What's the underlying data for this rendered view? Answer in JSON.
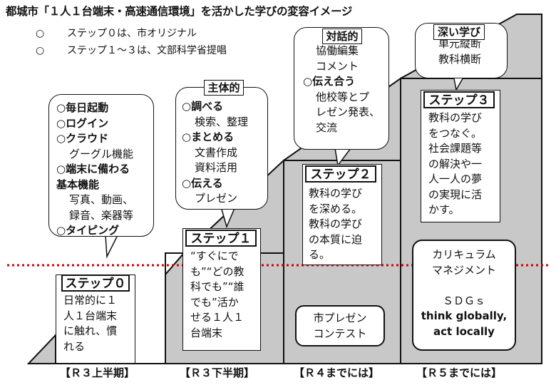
{
  "title": "都城市「１人１台端末・高速通信環境」を活かした学びの変容イメージ",
  "notes": [
    {
      "mark": "○",
      "text": "ステップ０は、市オリジナル"
    },
    {
      "mark": "○",
      "text": "ステップ１～３は、文部科学省提唱"
    }
  ],
  "steps": [
    {
      "label": "ステップ０",
      "lines": [
        "日常的に１",
        "人１台端末",
        "に触れ、慣",
        "れる"
      ],
      "bubble_items": [
        {
          "text": "○毎日起動",
          "style": "bold"
        },
        {
          "text": "○ログイン",
          "style": "bold"
        },
        {
          "text": "○クラウド",
          "style": "bold"
        },
        {
          "text": "グーグル機能",
          "style": "indent"
        },
        {
          "text": "○端末に備わる",
          "style": "bold"
        },
        {
          "text": "基本機能",
          "style": "bold"
        },
        {
          "text": "写真、動画、",
          "style": "indent"
        },
        {
          "text": "録音、楽器等",
          "style": "indent"
        },
        {
          "text": "○タイピング",
          "style": "bold"
        }
      ],
      "period": "【Ｒ３上半期】"
    },
    {
      "label": "ステップ１",
      "lines": [
        "“すぐにで",
        "も”“どの教",
        "科でも”“誰",
        "でも”活か",
        "せる１人１",
        "台端末"
      ],
      "bubble_tag": "主体的",
      "bubble_items": [
        {
          "text": "○調べる",
          "style": "bold"
        },
        {
          "text": "検索、整理",
          "style": "indent"
        },
        {
          "text": "○まとめる",
          "style": "bold"
        },
        {
          "text": "文書作成",
          "style": "indent"
        },
        {
          "text": "資料活用",
          "style": "indent"
        },
        {
          "text": "○伝える",
          "style": "bold"
        },
        {
          "text": "プレゼン",
          "style": "indent"
        }
      ],
      "period": "【Ｒ３下半期】"
    },
    {
      "label": "ステップ２",
      "lines": [
        "教科の学び",
        "を深める。",
        "教科の学び",
        "の本質に迫",
        "る。"
      ],
      "bubble_tag": "対話的",
      "bubble_items": [
        {
          "text": "協働編集",
          "style": "indent"
        },
        {
          "text": "コメント",
          "style": "indent"
        },
        {
          "text": "○伝え合う",
          "style": "bold"
        },
        {
          "text": "他校等とプ",
          "style": "indent"
        },
        {
          "text": "レゼン発表、",
          "style": "indent"
        },
        {
          "text": "交流",
          "style": "indent"
        }
      ],
      "extra_box": [
        "市プレゼン",
        "コンテスト"
      ],
      "period": "【Ｒ４までには】"
    },
    {
      "label": "ステップ３",
      "lines": [
        "教科の学び",
        "をつなぐ。",
        "社会課題等",
        "の解決や一",
        "人一人の夢",
        "の実現に活",
        "かす。"
      ],
      "bubble_tag": "深い学び",
      "bubble_items": [
        {
          "text": "単元縦断",
          "style": "indent"
        },
        {
          "text": "教科横断",
          "style": "indent"
        }
      ],
      "extra_box": [
        "カリキュラム",
        "マネジメント",
        "",
        "ＳＤＧｓ",
        "think globally,",
        "act locally"
      ],
      "period": "【Ｒ５までには】"
    }
  ]
}
